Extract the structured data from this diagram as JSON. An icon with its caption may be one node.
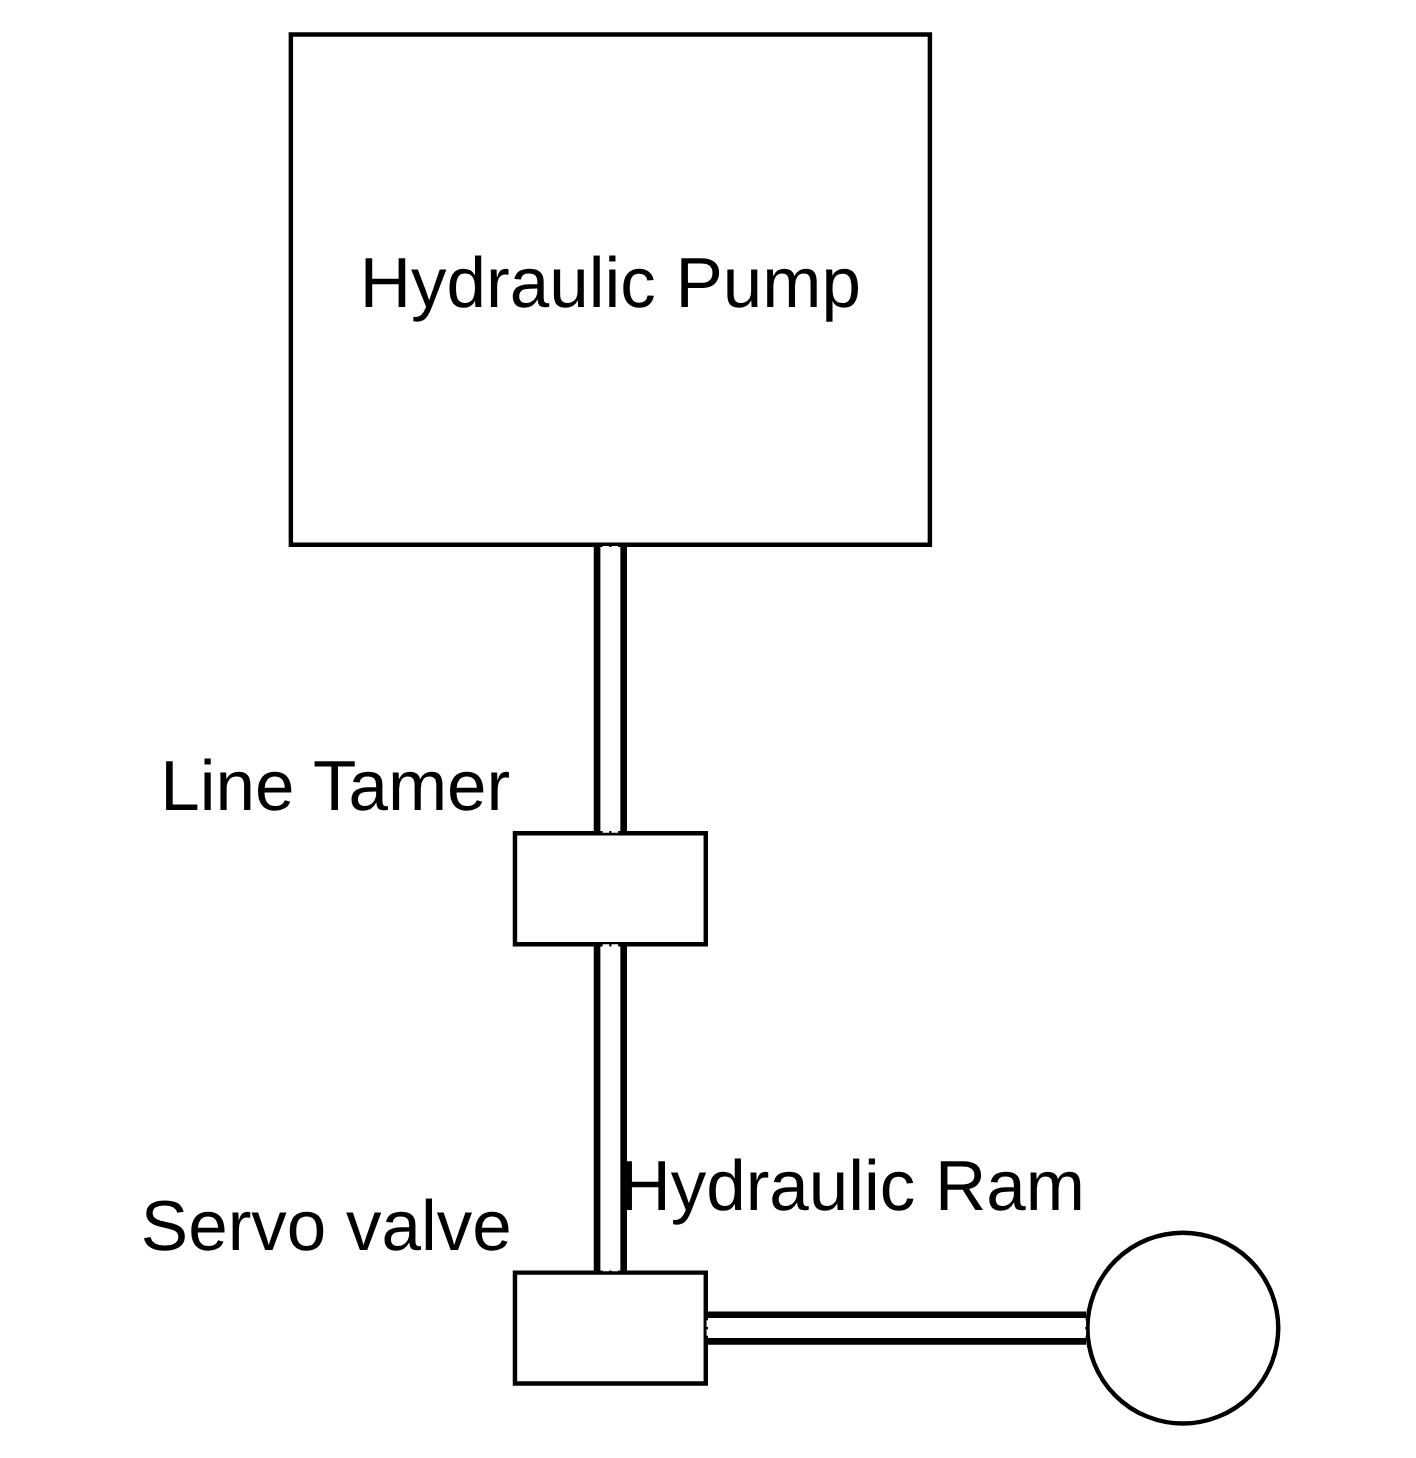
{
  "diagram": {
    "nodes": [
      {
        "text": [
          "Hydraulic Pump"
        ]
      },
      {
        "text": [],
        "shape": "box",
        "beside": [
          "Line Tamer"
        ]
      },
      {
        "text": [],
        "shape": "box",
        "beside": [
          "Servo valve"
        ]
      },
      {
        "text": [],
        "shape": "circle",
        "beside": [
          "Hydraulic Ram"
        ]
      }
    ],
    "edges": [
      {
        "from": 0,
        "to": 1,
        "arrow": "none"
      },
      {
        "from": 1,
        "to": 2,
        "arrow": "none"
      },
      {
        "from": 2,
        "to": 3,
        "arrow": "none"
      }
    ]
  }
}
